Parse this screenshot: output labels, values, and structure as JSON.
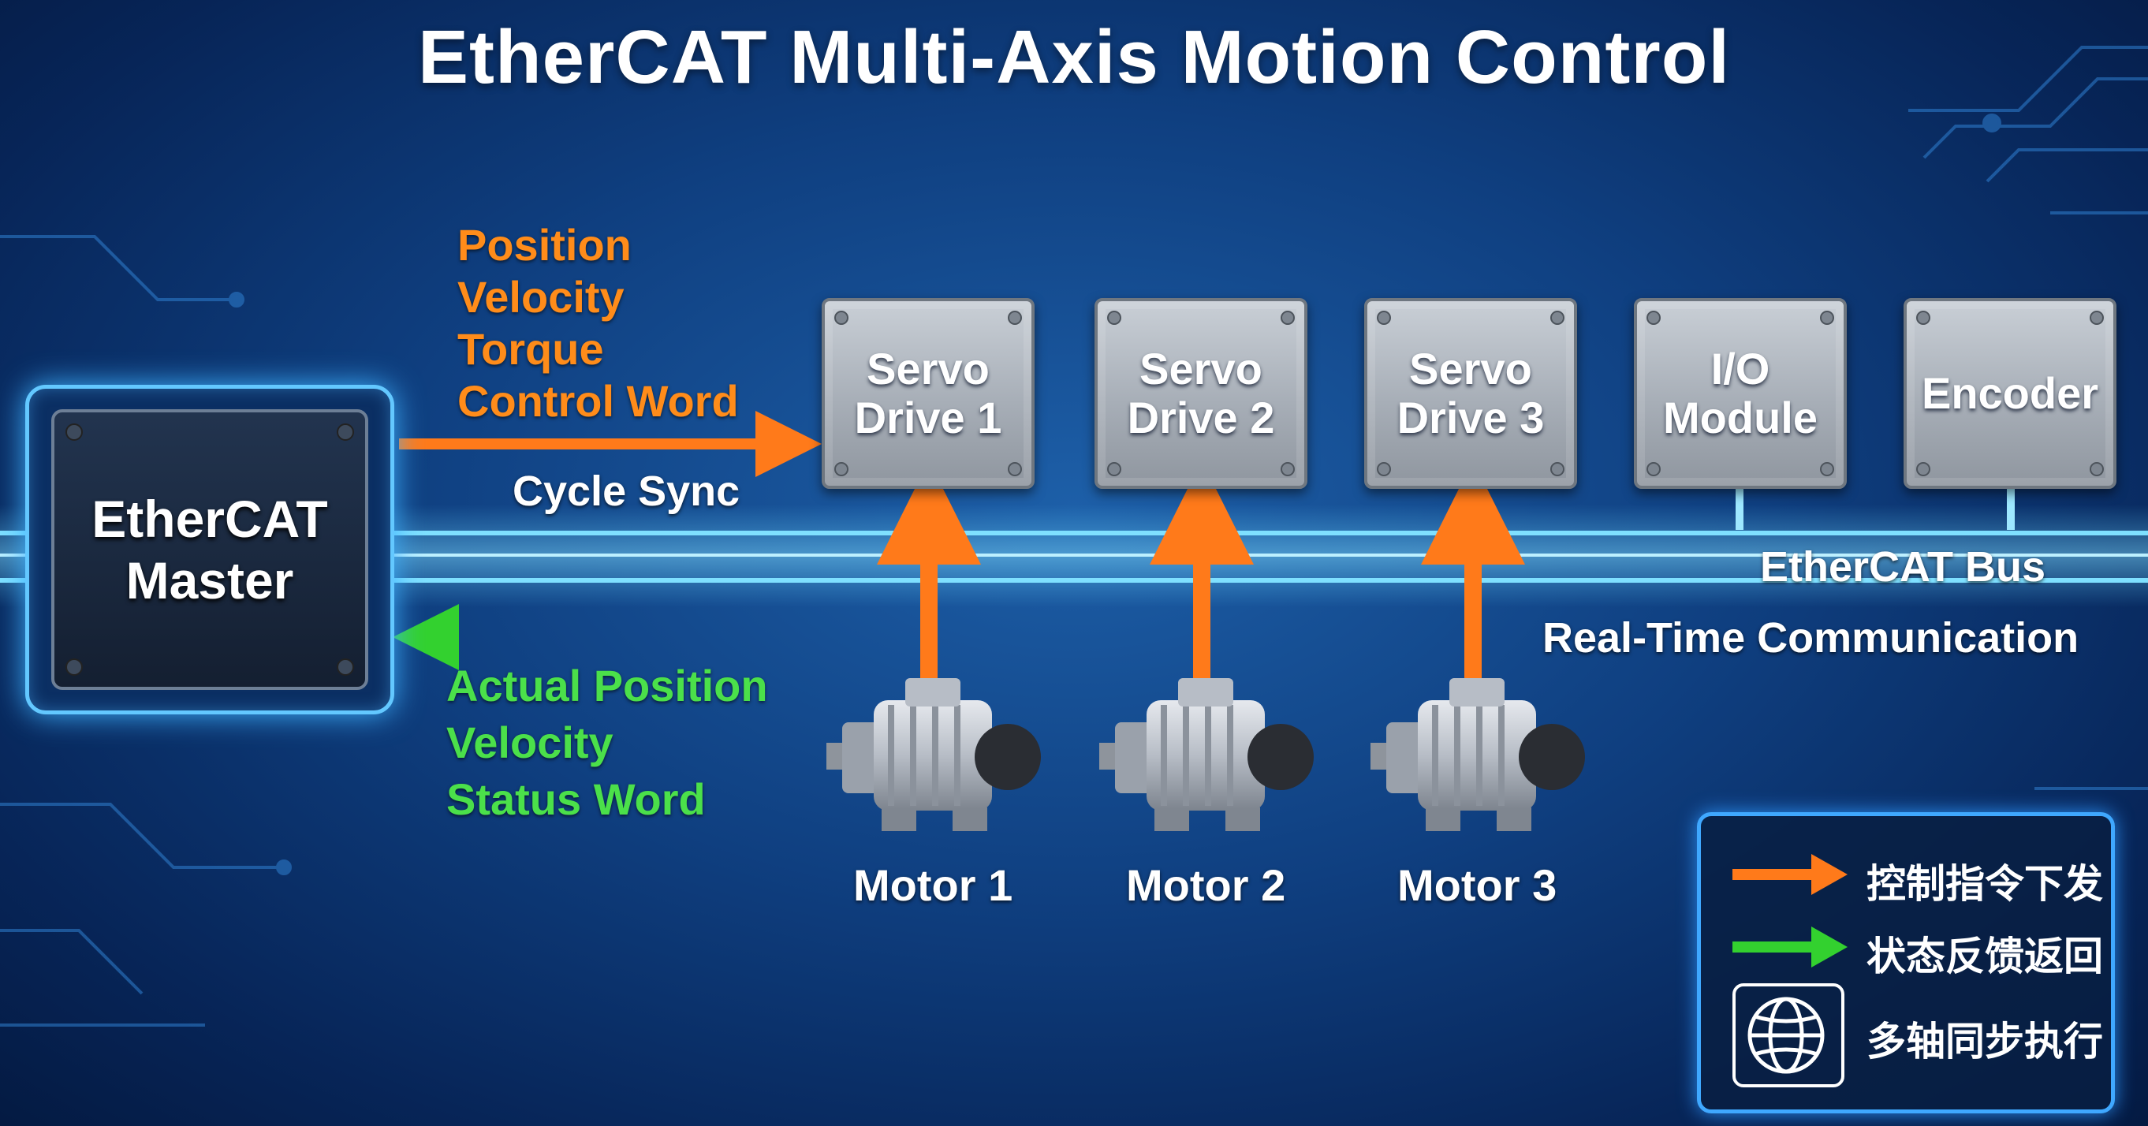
{
  "title": "EtherCAT Multi-Axis Motion Control",
  "master": {
    "line1": "EtherCAT",
    "line2": "Master"
  },
  "command_labels": [
    "Position",
    "Velocity",
    "Torque",
    "Control Word"
  ],
  "cycle_sync": "Cycle Sync",
  "feedback_labels": [
    "Actual Position",
    "Velocity",
    "Status Word"
  ],
  "modules": [
    {
      "line1": "Servo",
      "line2": "Drive 1"
    },
    {
      "line1": "Servo",
      "line2": "Drive 2"
    },
    {
      "line1": "Servo",
      "line2": "Drive 3"
    },
    {
      "line1": "I/O",
      "line2": "Module"
    },
    {
      "line1": "Encoder",
      "line2": ""
    }
  ],
  "motors": [
    "Motor 1",
    "Motor 2",
    "Motor 3"
  ],
  "bus": {
    "name": "EtherCAT Bus",
    "subtitle": "Real-Time Communication"
  },
  "legend": {
    "command": "控制指令下发",
    "feedback": "状态反馈返回",
    "sync": "多轴同步执行"
  },
  "colors": {
    "command": "#ff7a1a",
    "feedback": "#33d12f",
    "bus": "#5fd0ff",
    "background": "#0f3f80"
  },
  "icons": {
    "sync": "globe-icon"
  }
}
